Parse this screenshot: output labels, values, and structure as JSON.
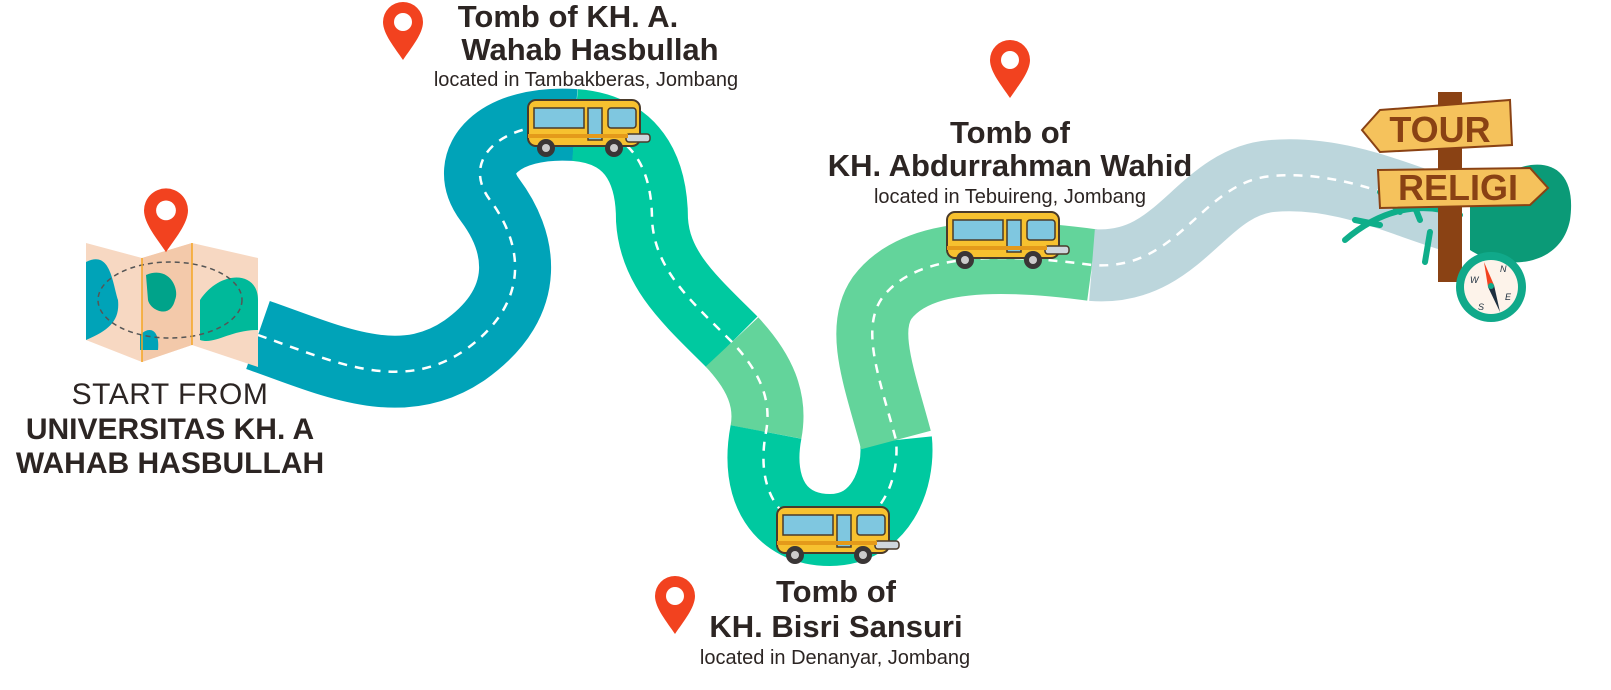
{
  "start": {
    "line1": "START FROM",
    "line2": "UNIVERSITAS KH. A",
    "line3": "WAHAB HASBULLAH"
  },
  "stops": [
    {
      "title1": "Tomb of KH. A.",
      "title2": "Wahab Hasbullah",
      "location": "located in Tambakberas, Jombang"
    },
    {
      "title1": "Tomb of",
      "title2": "KH. Bisri Sansuri",
      "location": "located in Denanyar, Jombang"
    },
    {
      "title1": "Tomb of",
      "title2": "KH. Abdurrahman Wahid",
      "location": "located in Tebuireng, Jombang"
    }
  ],
  "signpost": {
    "line1": "TOUR",
    "line2": "RELIGI"
  },
  "compass": {
    "n": "N",
    "e": "E",
    "s": "S",
    "w": "W"
  },
  "colors": {
    "road_teal": "#00a3b8",
    "road_green": "#00c9a0",
    "road_light_green": "#63d49b",
    "road_gray": "#bcd6dc",
    "pin": "#f2421f",
    "text": "#2c2523",
    "bus": "#f7c12f"
  }
}
